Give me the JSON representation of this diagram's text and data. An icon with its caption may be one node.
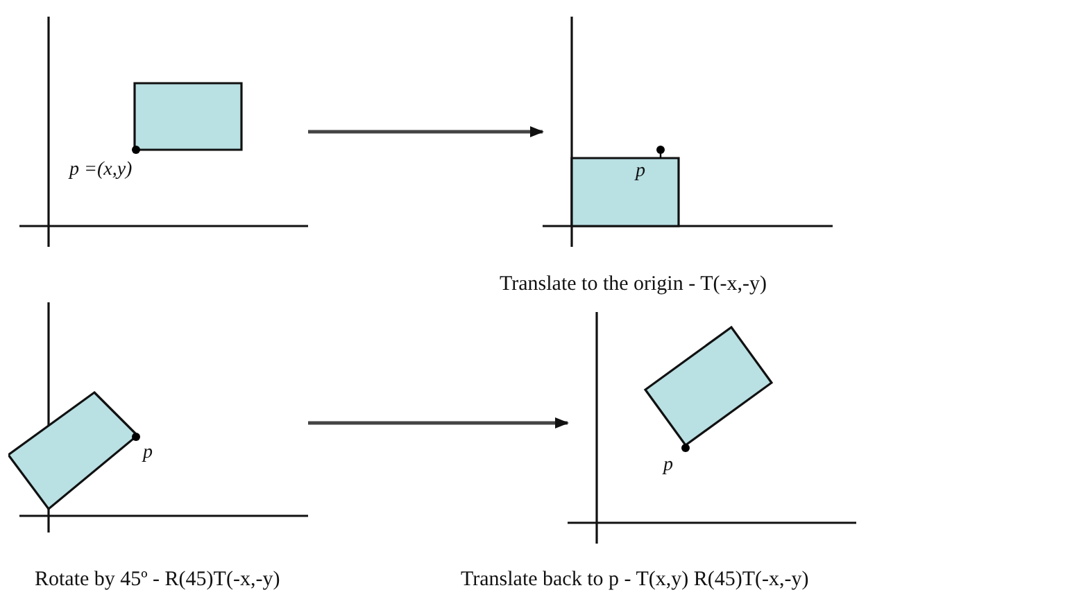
{
  "diagram": {
    "nodes": [
      {
        "text": [
          "p =(x,y)"
        ]
      },
      {
        "text": [
          "p"
        ],
        "beside": [
          "Translate to the origin - T(-x,-y)"
        ]
      },
      {
        "text": [
          "p"
        ],
        "beside": [
          "Rotate by 45º - R(45)T(-x,-y)"
        ]
      },
      {
        "text": [
          "p"
        ],
        "beside": [
          "Translate back to p - T(x,y) R(45)T(-x,-y)"
        ]
      }
    ],
    "edges": [
      {
        "from": 0,
        "to": 1,
        "arrow": "to"
      },
      {
        "from": 2,
        "to": 3,
        "arrow": "to"
      }
    ]
  }
}
